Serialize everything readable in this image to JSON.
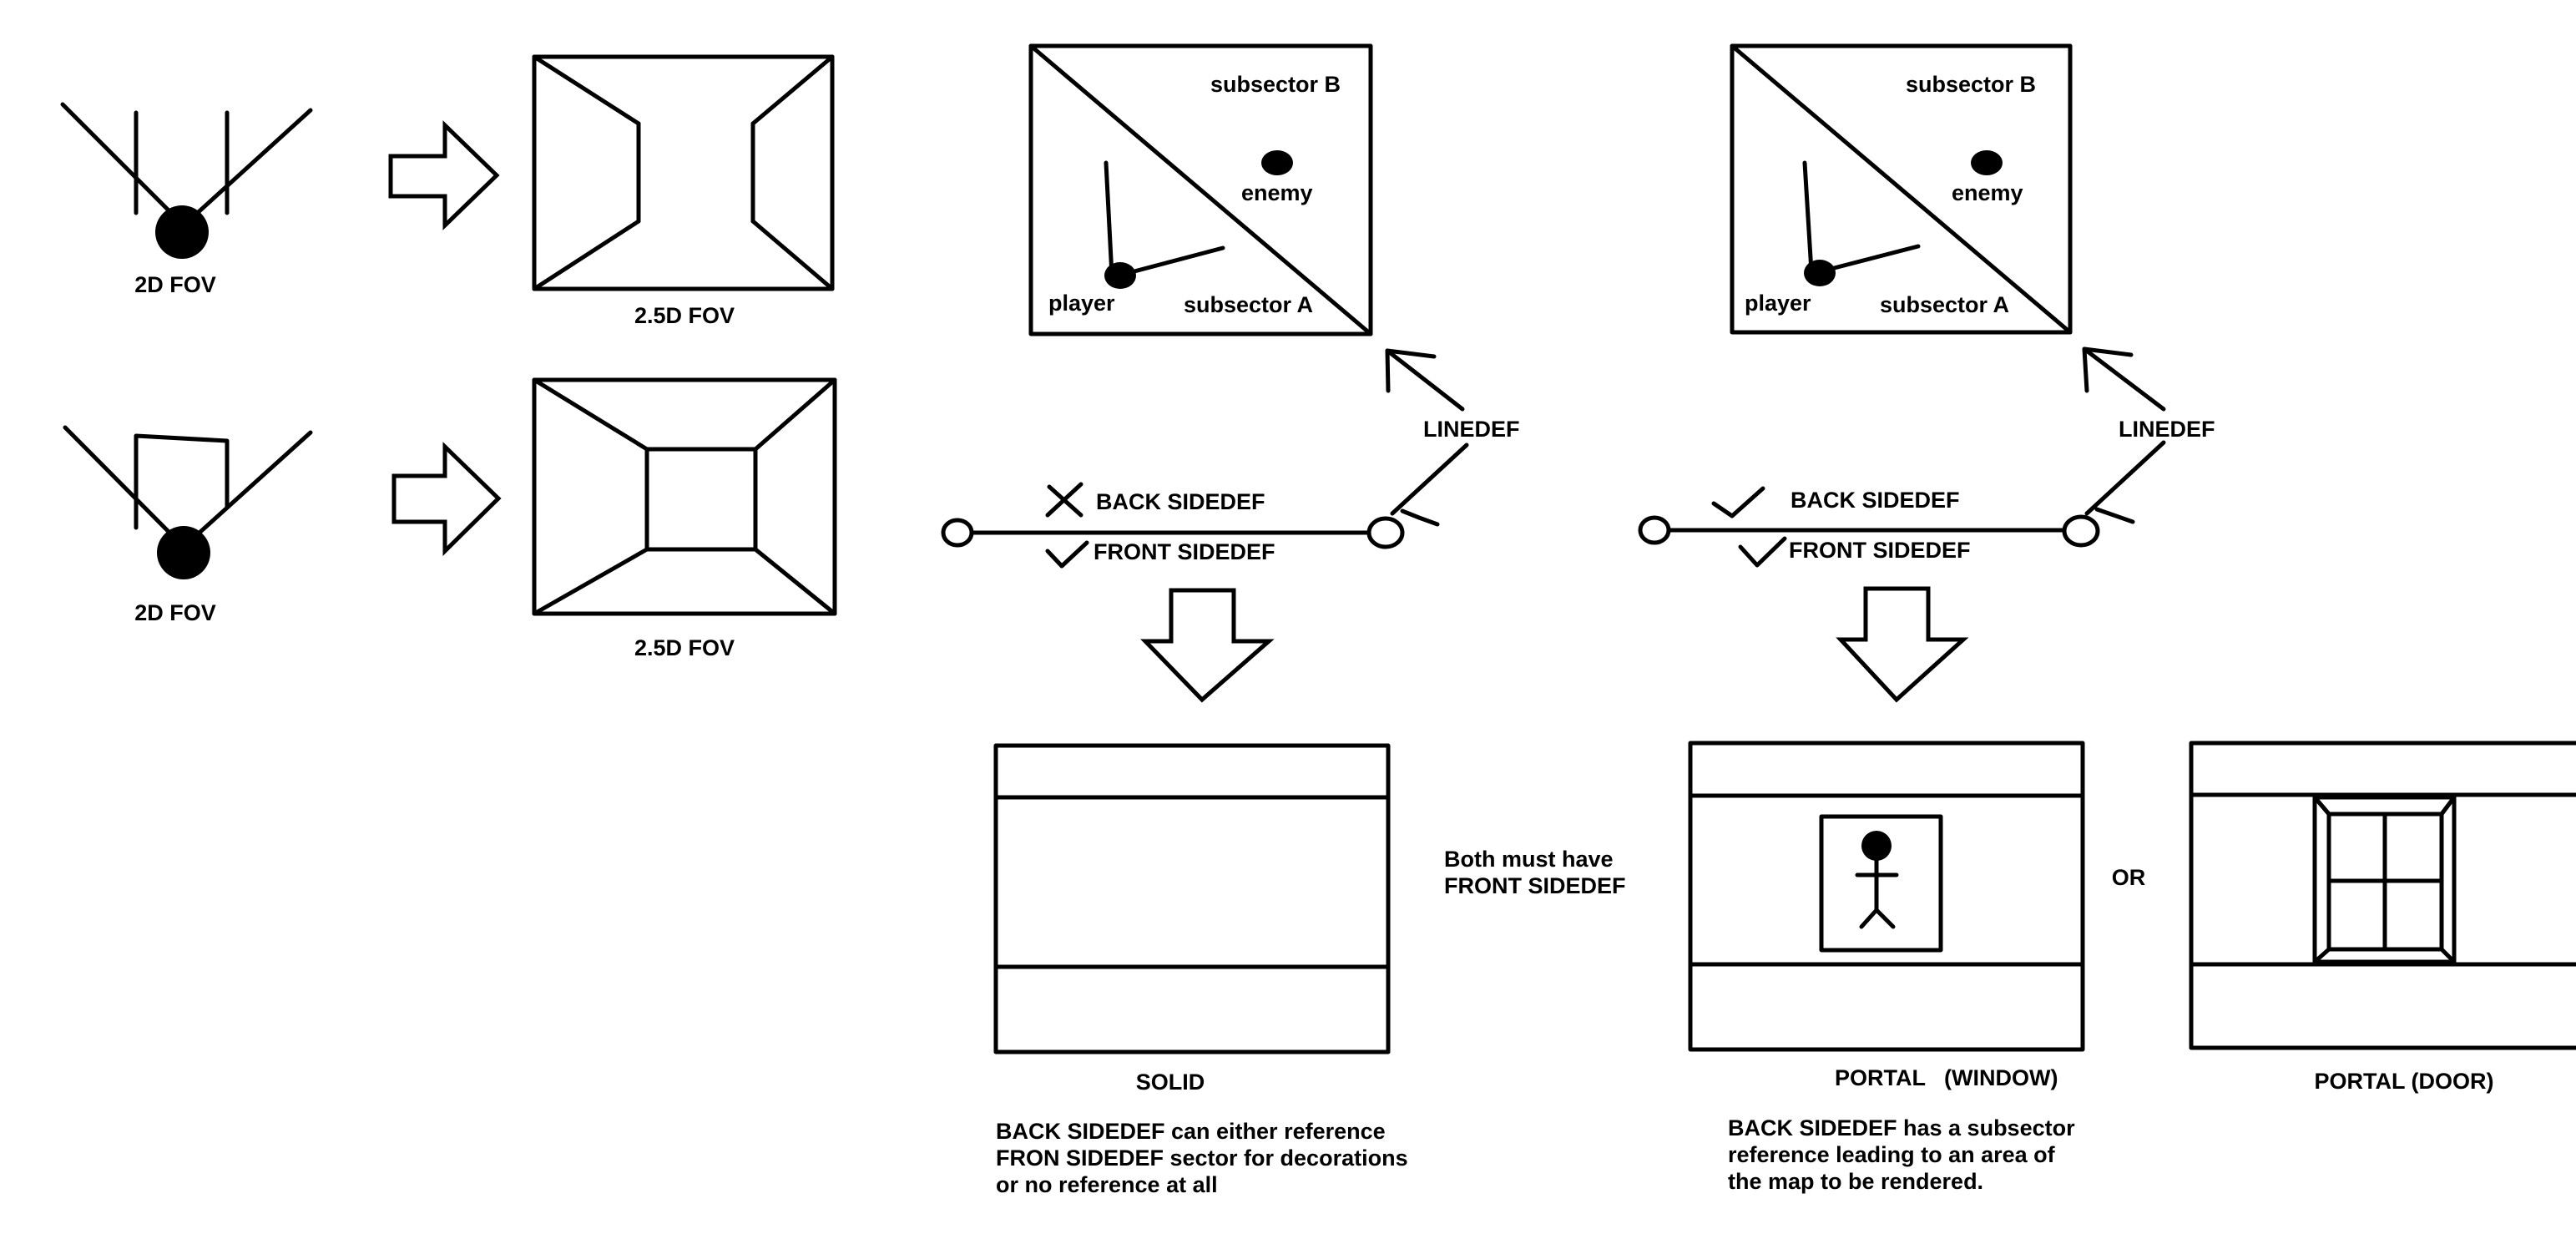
{
  "fov": {
    "top_left_label": "2D FOV",
    "top_right_label": "2.5D FOV",
    "bottom_left_label": "2D FOV",
    "bottom_right_label": "2.5D FOV"
  },
  "map_left": {
    "subsector_b": "subsector B",
    "enemy": "enemy",
    "player": "player",
    "subsector_a": "subsector A",
    "linedef": "LINEDEF",
    "back_sidedef": "BACK SIDEDEF",
    "front_sidedef": "FRONT SIDEDEF",
    "back_mark": "cross",
    "front_mark": "check"
  },
  "map_right": {
    "subsector_b": "subsector B",
    "enemy": "enemy",
    "player": "player",
    "subsector_a": "subsector A",
    "linedef": "LINEDEF",
    "back_sidedef": "BACK SIDEDEF",
    "front_sidedef": "FRONT SIDEDEF",
    "back_mark": "check",
    "front_mark": "check"
  },
  "middle_note": {
    "line1": "Both must have",
    "line2": "FRONT SIDEDEF"
  },
  "solid": {
    "title": "SOLID",
    "desc1": "BACK SIDEDEF can either reference",
    "desc2": "FRON SIDEDEF sector for decorations",
    "desc3": "or no reference at all"
  },
  "portal_window": {
    "title": "PORTAL   (WINDOW)",
    "desc1": "BACK SIDEDEF has a subsector",
    "desc2": "reference leading to an area of",
    "desc3": "the map to be rendered."
  },
  "or_label": "OR",
  "portal_door": {
    "title": "PORTAL (DOOR)"
  }
}
